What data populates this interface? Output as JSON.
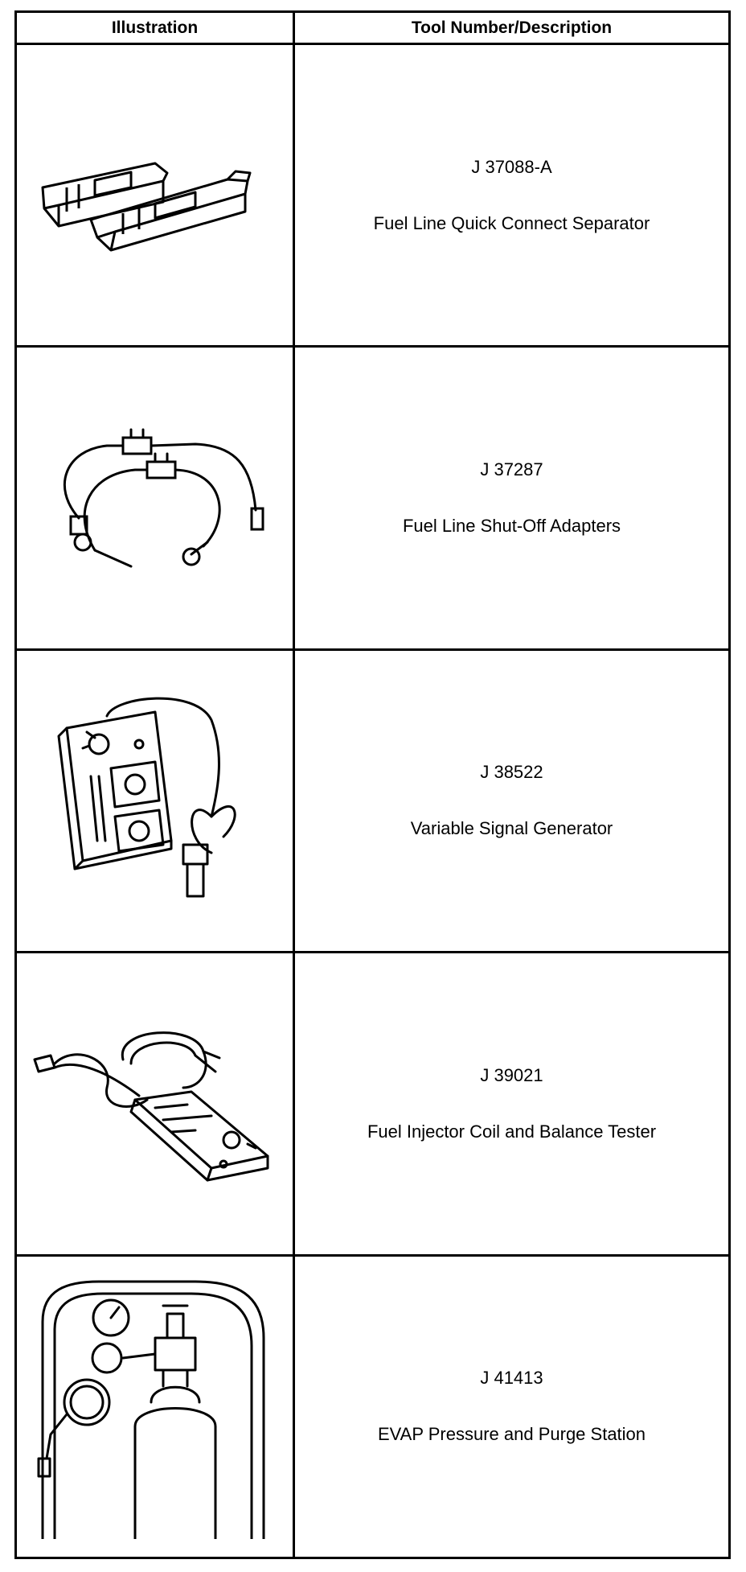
{
  "table": {
    "headers": {
      "illustration": "Illustration",
      "description": "Tool Number/Description"
    },
    "rows": [
      {
        "number": "J 37088-A",
        "description": "Fuel Line Quick Connect Separator",
        "icon": "quick-connect-separator-illustration"
      },
      {
        "number": "J 37287",
        "description": "Fuel Line Shut-Off Adapters",
        "icon": "shut-off-adapters-illustration"
      },
      {
        "number": "J 38522",
        "description": "Variable Signal Generator",
        "icon": "signal-generator-illustration"
      },
      {
        "number": "J 39021",
        "description": "Fuel Injector Coil and Balance Tester",
        "icon": "injector-tester-illustration"
      },
      {
        "number": "J 41413",
        "description": "EVAP Pressure and Purge Station",
        "icon": "evap-station-illustration"
      }
    ]
  }
}
